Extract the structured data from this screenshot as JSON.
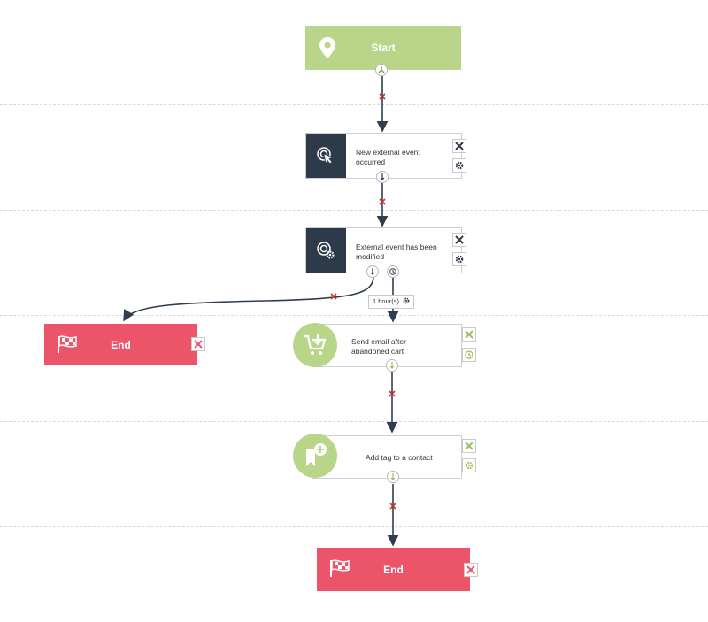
{
  "start": {
    "label": "Start",
    "icon": "map-pin-icon"
  },
  "nodes": [
    {
      "label": "New external event occurred",
      "icon": "cursor-click-icon"
    },
    {
      "label": "External event has been modified",
      "icon": "cursor-gear-icon"
    },
    {
      "label": "Send email after abandoned cart",
      "icon": "cart-download-icon"
    },
    {
      "label": "Add tag to a contact",
      "icon": "bookmark-plus-icon"
    }
  ],
  "delay": {
    "label": "1 hour(s)"
  },
  "end_nodes": [
    {
      "label": "End"
    },
    {
      "label": "End"
    }
  ],
  "colors": {
    "green": "#b9d58a",
    "dark": "#2d3a4a",
    "red": "#ec5569",
    "wire": "#2f3e4e",
    "x_mark": "#c0392b"
  }
}
